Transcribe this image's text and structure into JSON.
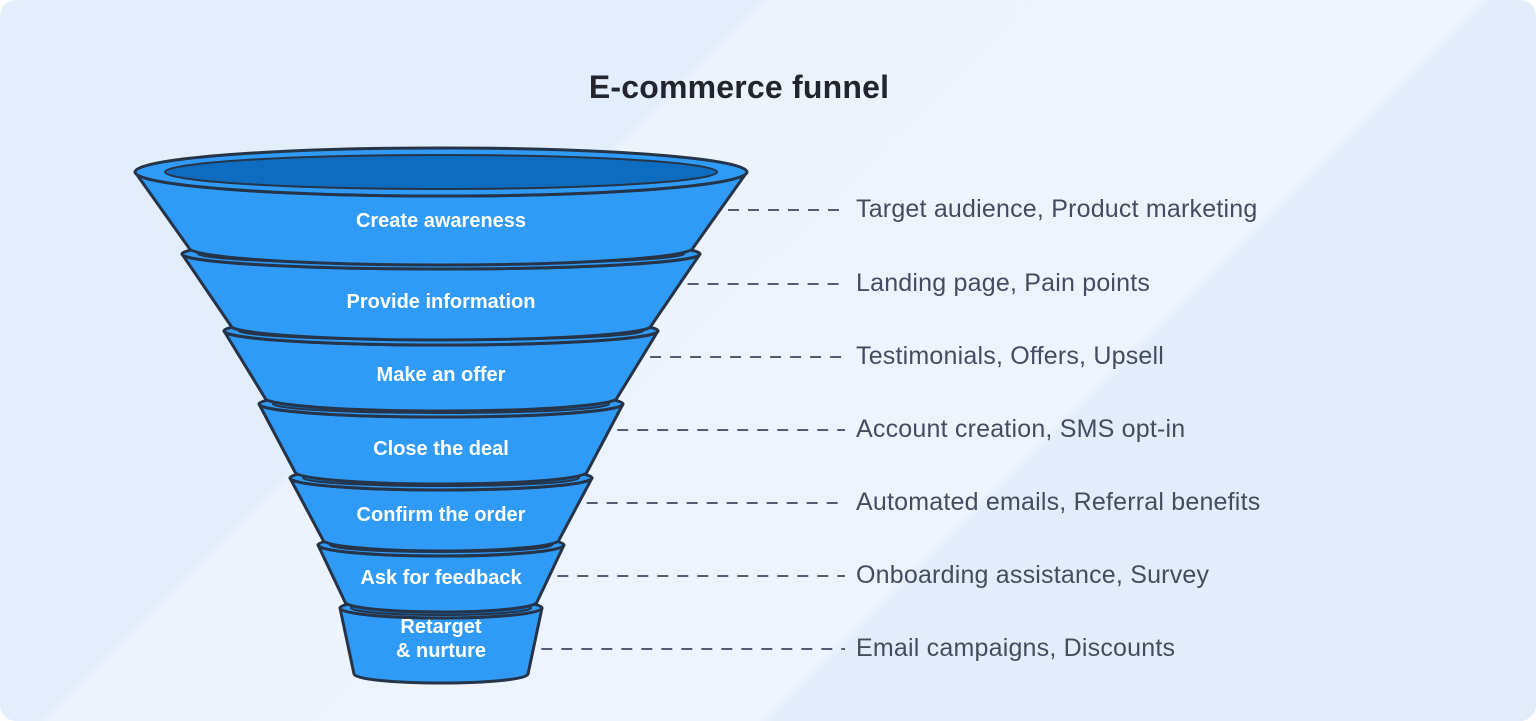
{
  "title": "E-commerce funnel",
  "funnel": {
    "stages": [
      {
        "label": "Create awareness",
        "annotation": "Target audience, Product marketing"
      },
      {
        "label": "Provide information",
        "annotation": "Landing page, Pain points"
      },
      {
        "label": "Make an offer",
        "annotation": "Testimonials, Offers, Upsell"
      },
      {
        "label": "Close the deal",
        "annotation": "Account creation, SMS opt-in"
      },
      {
        "label": "Confirm the order",
        "annotation": "Automated emails, Referral benefits"
      },
      {
        "label": "Ask for feedback",
        "annotation": "Onboarding assistance, Survey"
      },
      {
        "label": "Retarget & nurture",
        "annotation": "Email campaigns, Discounts",
        "label_lines": [
          "Retarget",
          "& nurture"
        ]
      }
    ]
  },
  "colors": {
    "background": "#e7effb",
    "funnel_body": "#2f9bf6",
    "funnel_inner": "#0d6cbf",
    "funnel_outline": "#263449",
    "dash_line": "#565b74",
    "annotation_text": "#474b62",
    "title_text": "#22252e",
    "stage_label_text": "#ffffff"
  }
}
